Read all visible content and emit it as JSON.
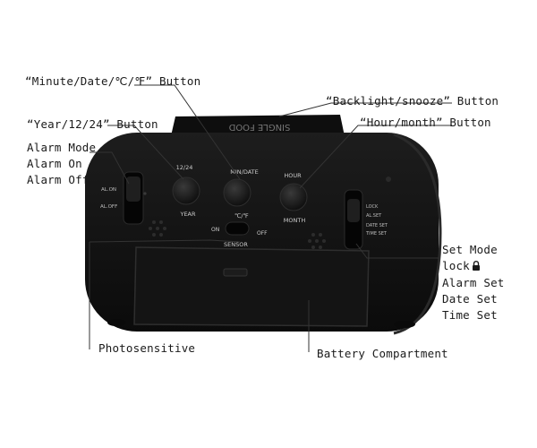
{
  "callouts": {
    "minute_date_cf": "“Minute/Date/℃/℉” Button",
    "backlight_snooze": "“Backlight/snooze” Button",
    "year_12_24": "“Year/12/24” Button",
    "hour_month": "“Hour/month” Button",
    "alarm_mode": [
      "Alarm Mode",
      "Alarm On",
      "Alarm Off"
    ],
    "set_mode": [
      "Set Mode",
      "lock",
      "Alarm Set",
      "Date Set",
      "Time Set"
    ],
    "photosensitive": "Photosensitive",
    "battery": "Battery Compartment"
  },
  "device": {
    "top_text": "SINGLE FOOD",
    "btn_left_top": "12/24",
    "btn_left_bottom": "YEAR",
    "btn_mid_top": "MIN/DATE",
    "btn_right_top": "HOUR",
    "btn_right_bottom": "MONTH",
    "cf_label": "℃/℉",
    "on_label": "ON",
    "off_label": "OFF",
    "sensor_label": "SENSOR",
    "al_on": "AL.ON",
    "al_off": "AL.OFF",
    "lock": "LOCK",
    "al_set": "AL.SET",
    "date_set": "DATE SET",
    "time_set": "TIME SET"
  },
  "colors": {
    "body": "#121212",
    "line": "#333333",
    "text": "#1a1a1a"
  }
}
